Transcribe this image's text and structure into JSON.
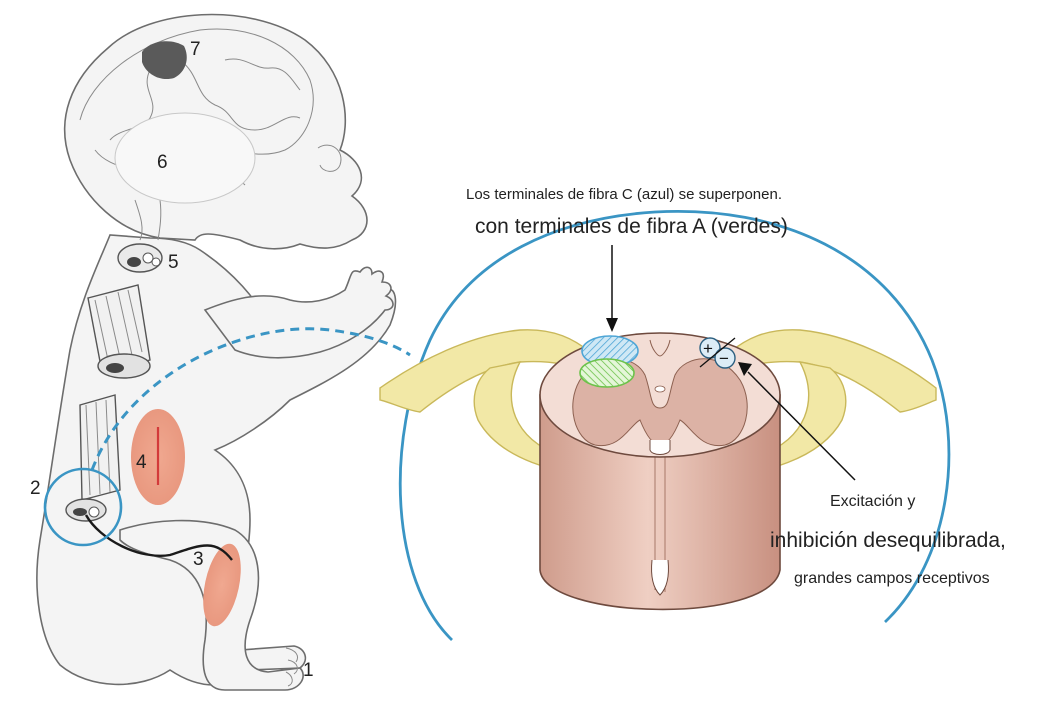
{
  "labels": {
    "n1": "1",
    "n2": "2",
    "n3": "3",
    "n4": "4",
    "n5": "5",
    "n6": "6",
    "n7": "7"
  },
  "captions": {
    "top_line1": "Los terminales de fibra C (azul) se superponen.",
    "top_line2": "con terminales de fibra A (verdes)",
    "right_line1": "Excitación y",
    "right_line2": "inhibición desequilibrada,",
    "right_line3": "grandes campos receptivos"
  },
  "symbols": {
    "plus": "+",
    "minus": "−"
  },
  "colors": {
    "zoom_circle": "#3a95c4",
    "c_fiber_terminals": "#5aaedc",
    "a_fiber_terminals": "#7ccf5a",
    "tissue_pink": "#e7a48f",
    "nerve_yellow": "#f2e8a6",
    "gray_matter": "#dcb2a5",
    "red_line": "#d33a3a"
  }
}
